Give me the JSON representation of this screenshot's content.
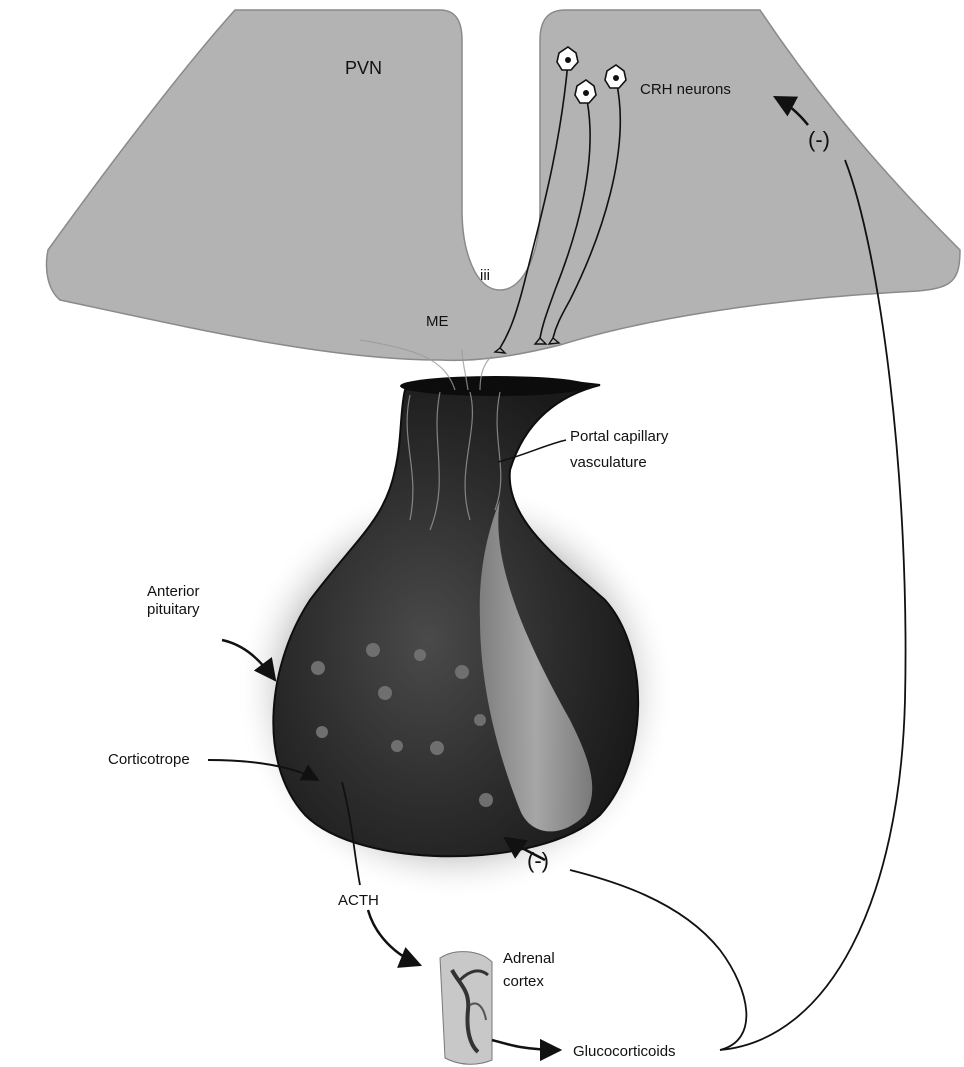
{
  "labels": {
    "pvn": "PVN",
    "crh_neurons": "CRH neurons",
    "third_ventricle": "iii",
    "median_eminence": "ME",
    "portal_line1": "Portal capillary",
    "portal_line2": "vasculature",
    "anterior_line1": "Anterior",
    "anterior_line2": "pituitary",
    "corticotrope": "Corticotrope",
    "acth": "ACTH",
    "adrenal_line1": "Adrenal",
    "adrenal_line2": "cortex",
    "glucocorticoids": "Glucocorticoids",
    "neg_feedback_top": "(-)",
    "neg_feedback_bottom": "(-)"
  }
}
